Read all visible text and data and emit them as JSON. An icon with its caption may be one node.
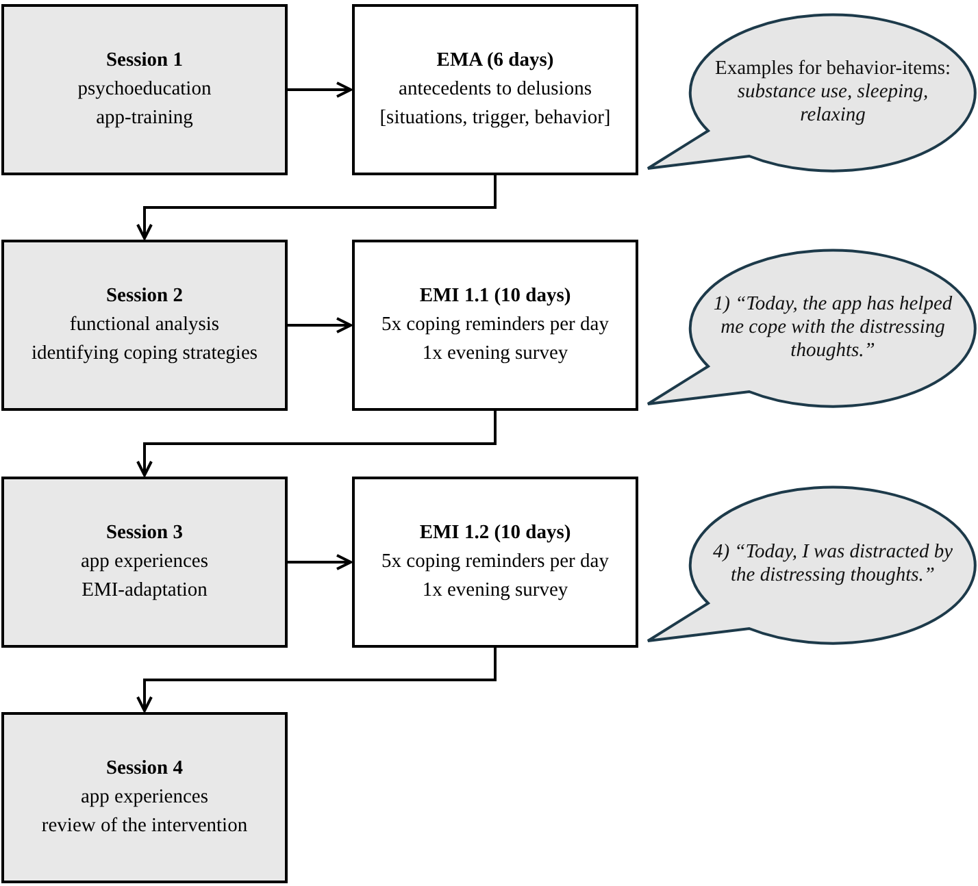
{
  "diagram": {
    "nodes": [
      {
        "text": [
          "Session 1",
          "psychoeducation",
          "app-training"
        ]
      },
      {
        "text": [
          "EMA (6 days)",
          "antecedents to delusions",
          "[situations, trigger, behavior]"
        ]
      },
      {
        "text": [
          "Examples for behavior-items:",
          "substance use, sleeping, relaxing"
        ]
      },
      {
        "text": [
          "Session 2",
          "functional analysis",
          "identifying coping strategies"
        ]
      },
      {
        "text": [
          "EMI 1.1 (10 days)",
          "5x coping reminders per day",
          "1x evening survey"
        ]
      },
      {
        "text": [
          "1) “Today, the app has helped me cope with the distressing thoughts.”"
        ]
      },
      {
        "text": [
          "Session 3",
          "app experiences",
          "EMI-adaptation"
        ]
      },
      {
        "text": [
          "EMI 1.2 (10 days)",
          "5x coping reminders per day",
          "1x evening survey"
        ]
      },
      {
        "text": [
          "4) “Today, I was distracted by the distressing thoughts.”"
        ]
      },
      {
        "text": [
          "Session 4",
          "app experiences",
          "review of the intervention"
        ]
      }
    ],
    "edges": [
      {
        "from": 0,
        "to": 1,
        "arrow": "to"
      },
      {
        "from": 1,
        "to": 3,
        "arrow": "to"
      },
      {
        "from": 3,
        "to": 4,
        "arrow": "to"
      },
      {
        "from": 4,
        "to": 6,
        "arrow": "to"
      },
      {
        "from": 6,
        "to": 7,
        "arrow": "to"
      },
      {
        "from": 7,
        "to": 9,
        "arrow": "to"
      }
    ]
  }
}
